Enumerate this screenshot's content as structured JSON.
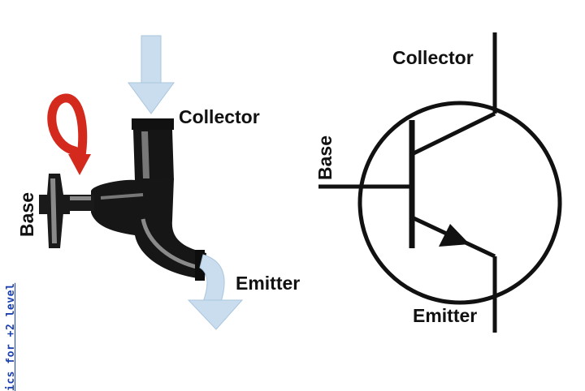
{
  "tap": {
    "collector_label": "Collector",
    "base_label": "Base",
    "emitter_label": "Emitter",
    "colors": {
      "flow_arrow": "#c9ddef",
      "turn_arrow": "#d42a1e"
    },
    "icons": {
      "inflow": "down-arrow-icon",
      "turn": "curved-arrow-icon",
      "outflow": "curved-down-arrow-icon"
    }
  },
  "symbol": {
    "collector_label": "Collector",
    "base_label": "Base",
    "emitter_label": "Emitter"
  },
  "sidebar_text": "ics for +2 level"
}
